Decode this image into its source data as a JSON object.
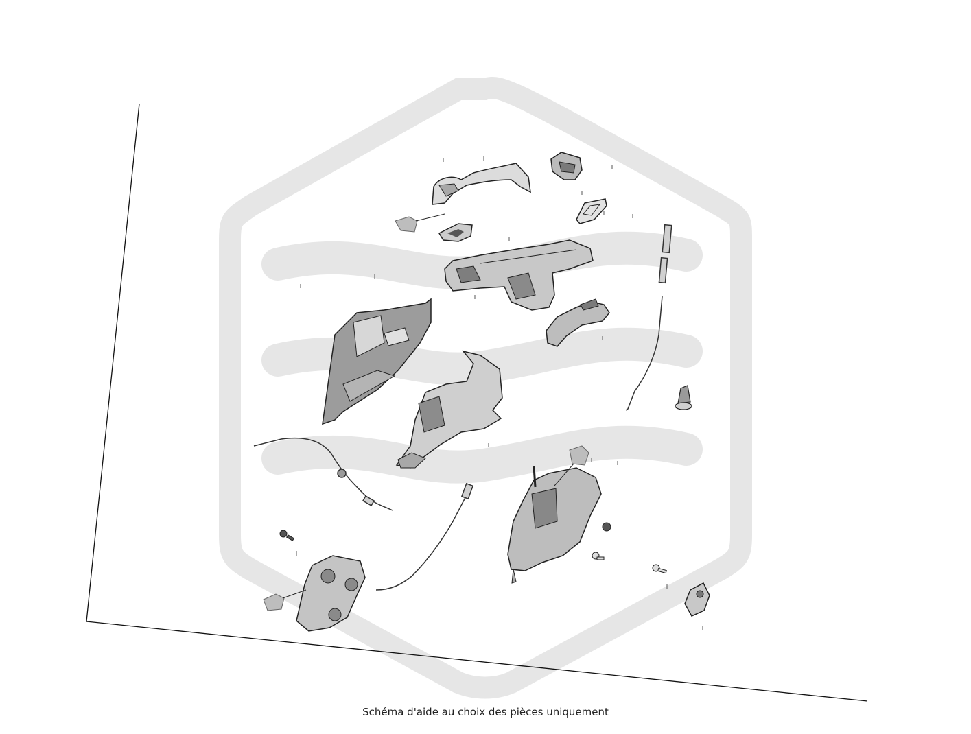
{
  "caption": "Schéma d'aide au choix des pièces uniquement",
  "colors": {
    "watermark": "#e6e6e6",
    "part_fill": "#d9d9d9",
    "part_dark": "#9a9a9a",
    "part_outline": "#222222",
    "grease_fill": "#bdbdbd"
  },
  "icons": {
    "watermark": "hexagon-waves-logo",
    "grease": "grease-symbol"
  }
}
